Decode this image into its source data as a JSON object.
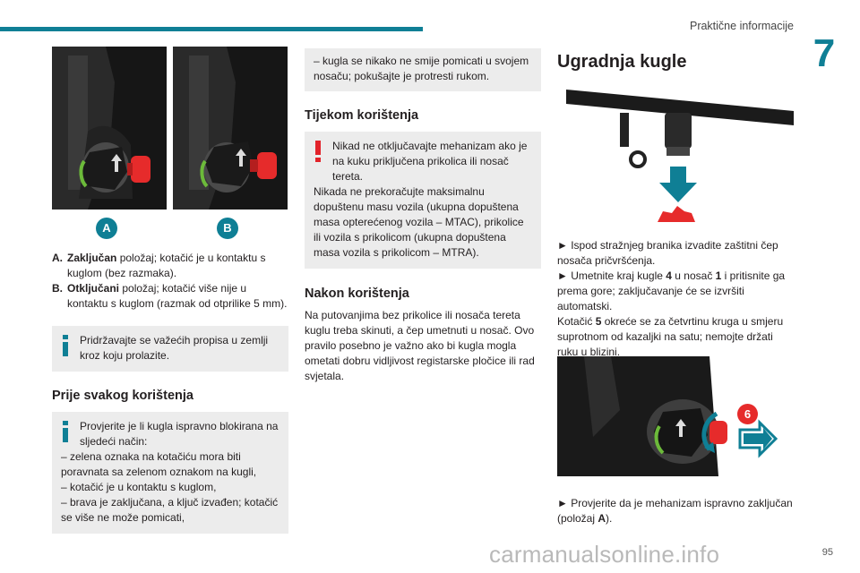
{
  "header": {
    "section_title": "Praktične informacije",
    "chapter_number": "7"
  },
  "col1": {
    "image_labels": {
      "a": "A",
      "b": "B"
    },
    "legend": [
      {
        "key": "A.",
        "bold": "Zaključan",
        "rest": " položaj; kotačić je u kontaktu s kuglom (bez razmaka)."
      },
      {
        "key": "B.",
        "bold": "Otključani",
        "rest": " položaj; kotačić više nije u kontaktu s kuglom (razmak od otprilike 5 mm)."
      }
    ],
    "info_note": "Pridržavajte se važećih propisa u zemlji kroz koju prolazite.",
    "heading_before": "Prije svakog korištenja",
    "check_note": {
      "intro": "Provjerite je li kugla ispravno blokirana na sljedeći način:",
      "items": [
        "– zelena oznaka na kotačiću mora biti poravnata sa zelenom oznakom na kugli,",
        "– kotačić je u kontaktu s kuglom,",
        "– brava je zaključana, a ključ izvađen; kotačić se više ne može pomicati,"
      ]
    }
  },
  "col2": {
    "cont_text": "– kugla se nikako ne smije pomicati u svojem nosaču; pokušajte je protresti rukom.",
    "heading_during": "Tijekom korištenja",
    "warning_first": "Nikad ne otključavajte mehanizam ako je na kuku priključena prikolica ili nosač tereta.",
    "warning_rest": "Nikada ne prekoračujte maksimalnu dopuštenu masu vozila (ukupna dopuštena masa opterećenog vozila – MTAC), prikolice ili vozila s prikolicom (ukupna dopuštena masa vozila s prikolicom – MTRA).",
    "heading_after": "Nakon korištenja",
    "after_text": "Na putovanjima bez prikolice ili nosača tereta kuglu treba skinuti, a čep umetnuti u nosač. Ovo pravilo posebno je važno ako bi kugla mogla ometati dobru vidljivost registarske pločice ili rad svjetala."
  },
  "col3": {
    "heading": "Ugradnja kugle",
    "step1": "► Ispod stražnjeg branika izvadite zaštitni čep nosača pričvršćenja.",
    "step2_a": "► Umetnite kraj kugle ",
    "step2_b": "4",
    "step2_c": " u nosač ",
    "step2_d": "1",
    "step2_e": " i pritisnite ga prema gore; zaključavanje će se izvršiti automatski.",
    "step3_a": "Kotačić ",
    "step3_b": "5",
    "step3_c": " okreće se za četvrtinu kruga u smjeru suprotnom od kazaljki na satu; nemojte držati ruku u blizini.",
    "image_label_6": "6",
    "step4_a": "► Provjerite da je mehanizam ispravno zaključan (položaj ",
    "step4_b": "A",
    "step4_c": ")."
  },
  "footer": {
    "page_number": "95",
    "watermark": "carmanualsonline.info"
  }
}
